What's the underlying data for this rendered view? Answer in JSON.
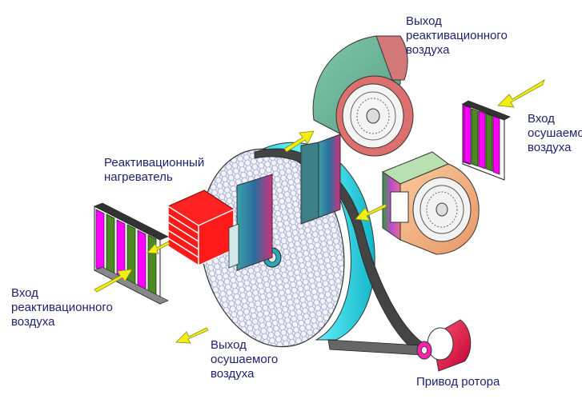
{
  "labels": {
    "exhaust_out": "Выход\nреактивационного\nвоздуха",
    "process_in": "Вход\nосушаемого\nвоздуха",
    "heater": "Реактивационный\nнагреватель",
    "react_in": "Вход\nреактивационного\nвоздуха",
    "dry_out": "Выход\nосушаемого\nвоздуха",
    "drive": "Привод ротора"
  },
  "colors": {
    "label_text": "#1e1f6e",
    "rotor_rim": "#2ee6ee",
    "heater": "#ff1a1a",
    "filter_magenta": "#ff00ff",
    "filter_green": "#4a8a20",
    "fan_exhaust": "#6db59a",
    "fan_exhaust_rim": "#d87070",
    "fan_process": "#f4b080",
    "motor": "#ff1a55",
    "arrow": "#f2ef10"
  }
}
